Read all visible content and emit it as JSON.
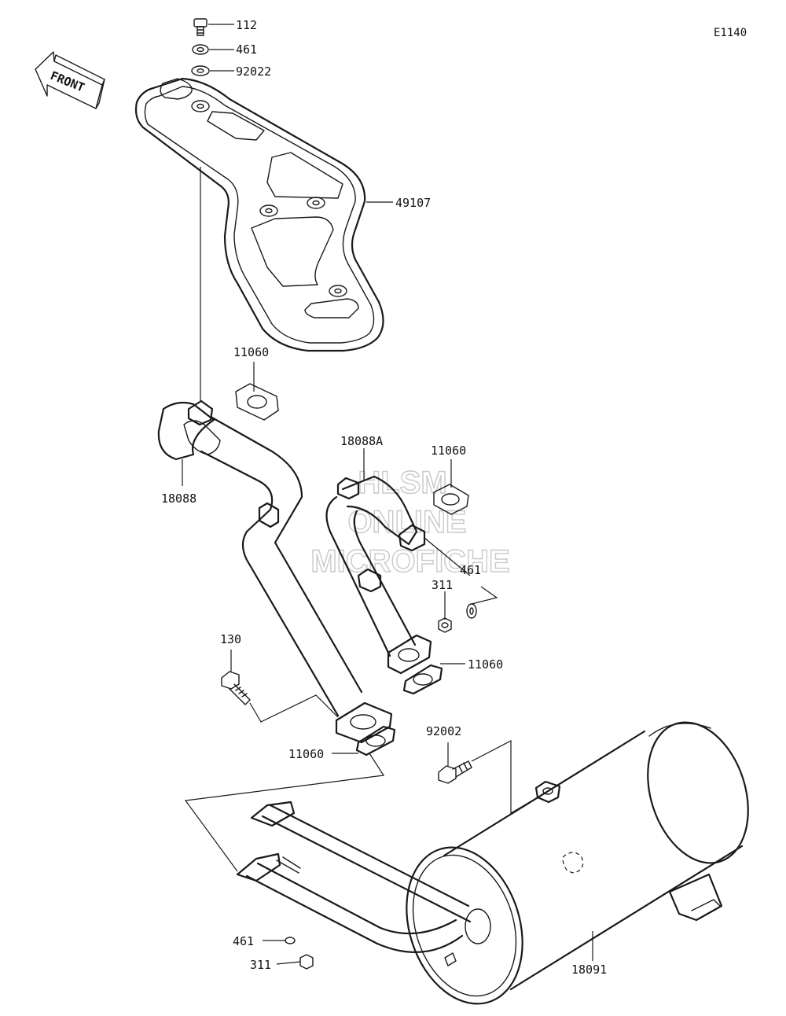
{
  "diagram_id": "E1140",
  "front_label": "FRONT",
  "watermark": [
    "HLSM",
    "ONLINE",
    "MICROFICHE"
  ],
  "callouts": [
    {
      "id": "c-112a",
      "part_number": "112"
    },
    {
      "id": "c-461a",
      "part_number": "461"
    },
    {
      "id": "c-92022",
      "part_number": "92022"
    },
    {
      "id": "c-49107",
      "part_number": "49107"
    },
    {
      "id": "c-11060a",
      "part_number": "11060"
    },
    {
      "id": "c-18088",
      "part_number": "18088"
    },
    {
      "id": "c-18088a",
      "part_number": "18088A"
    },
    {
      "id": "c-11060b",
      "part_number": "11060"
    },
    {
      "id": "c-461b",
      "part_number": "461"
    },
    {
      "id": "c-311a",
      "part_number": "311"
    },
    {
      "id": "c-11060c",
      "part_number": "11060"
    },
    {
      "id": "c-130",
      "part_number": "130"
    },
    {
      "id": "c-92002",
      "part_number": "92002"
    },
    {
      "id": "c-11060d",
      "part_number": "11060"
    },
    {
      "id": "c-461c",
      "part_number": "461"
    },
    {
      "id": "c-311b",
      "part_number": "311"
    },
    {
      "id": "c-18091",
      "part_number": "18091"
    }
  ]
}
